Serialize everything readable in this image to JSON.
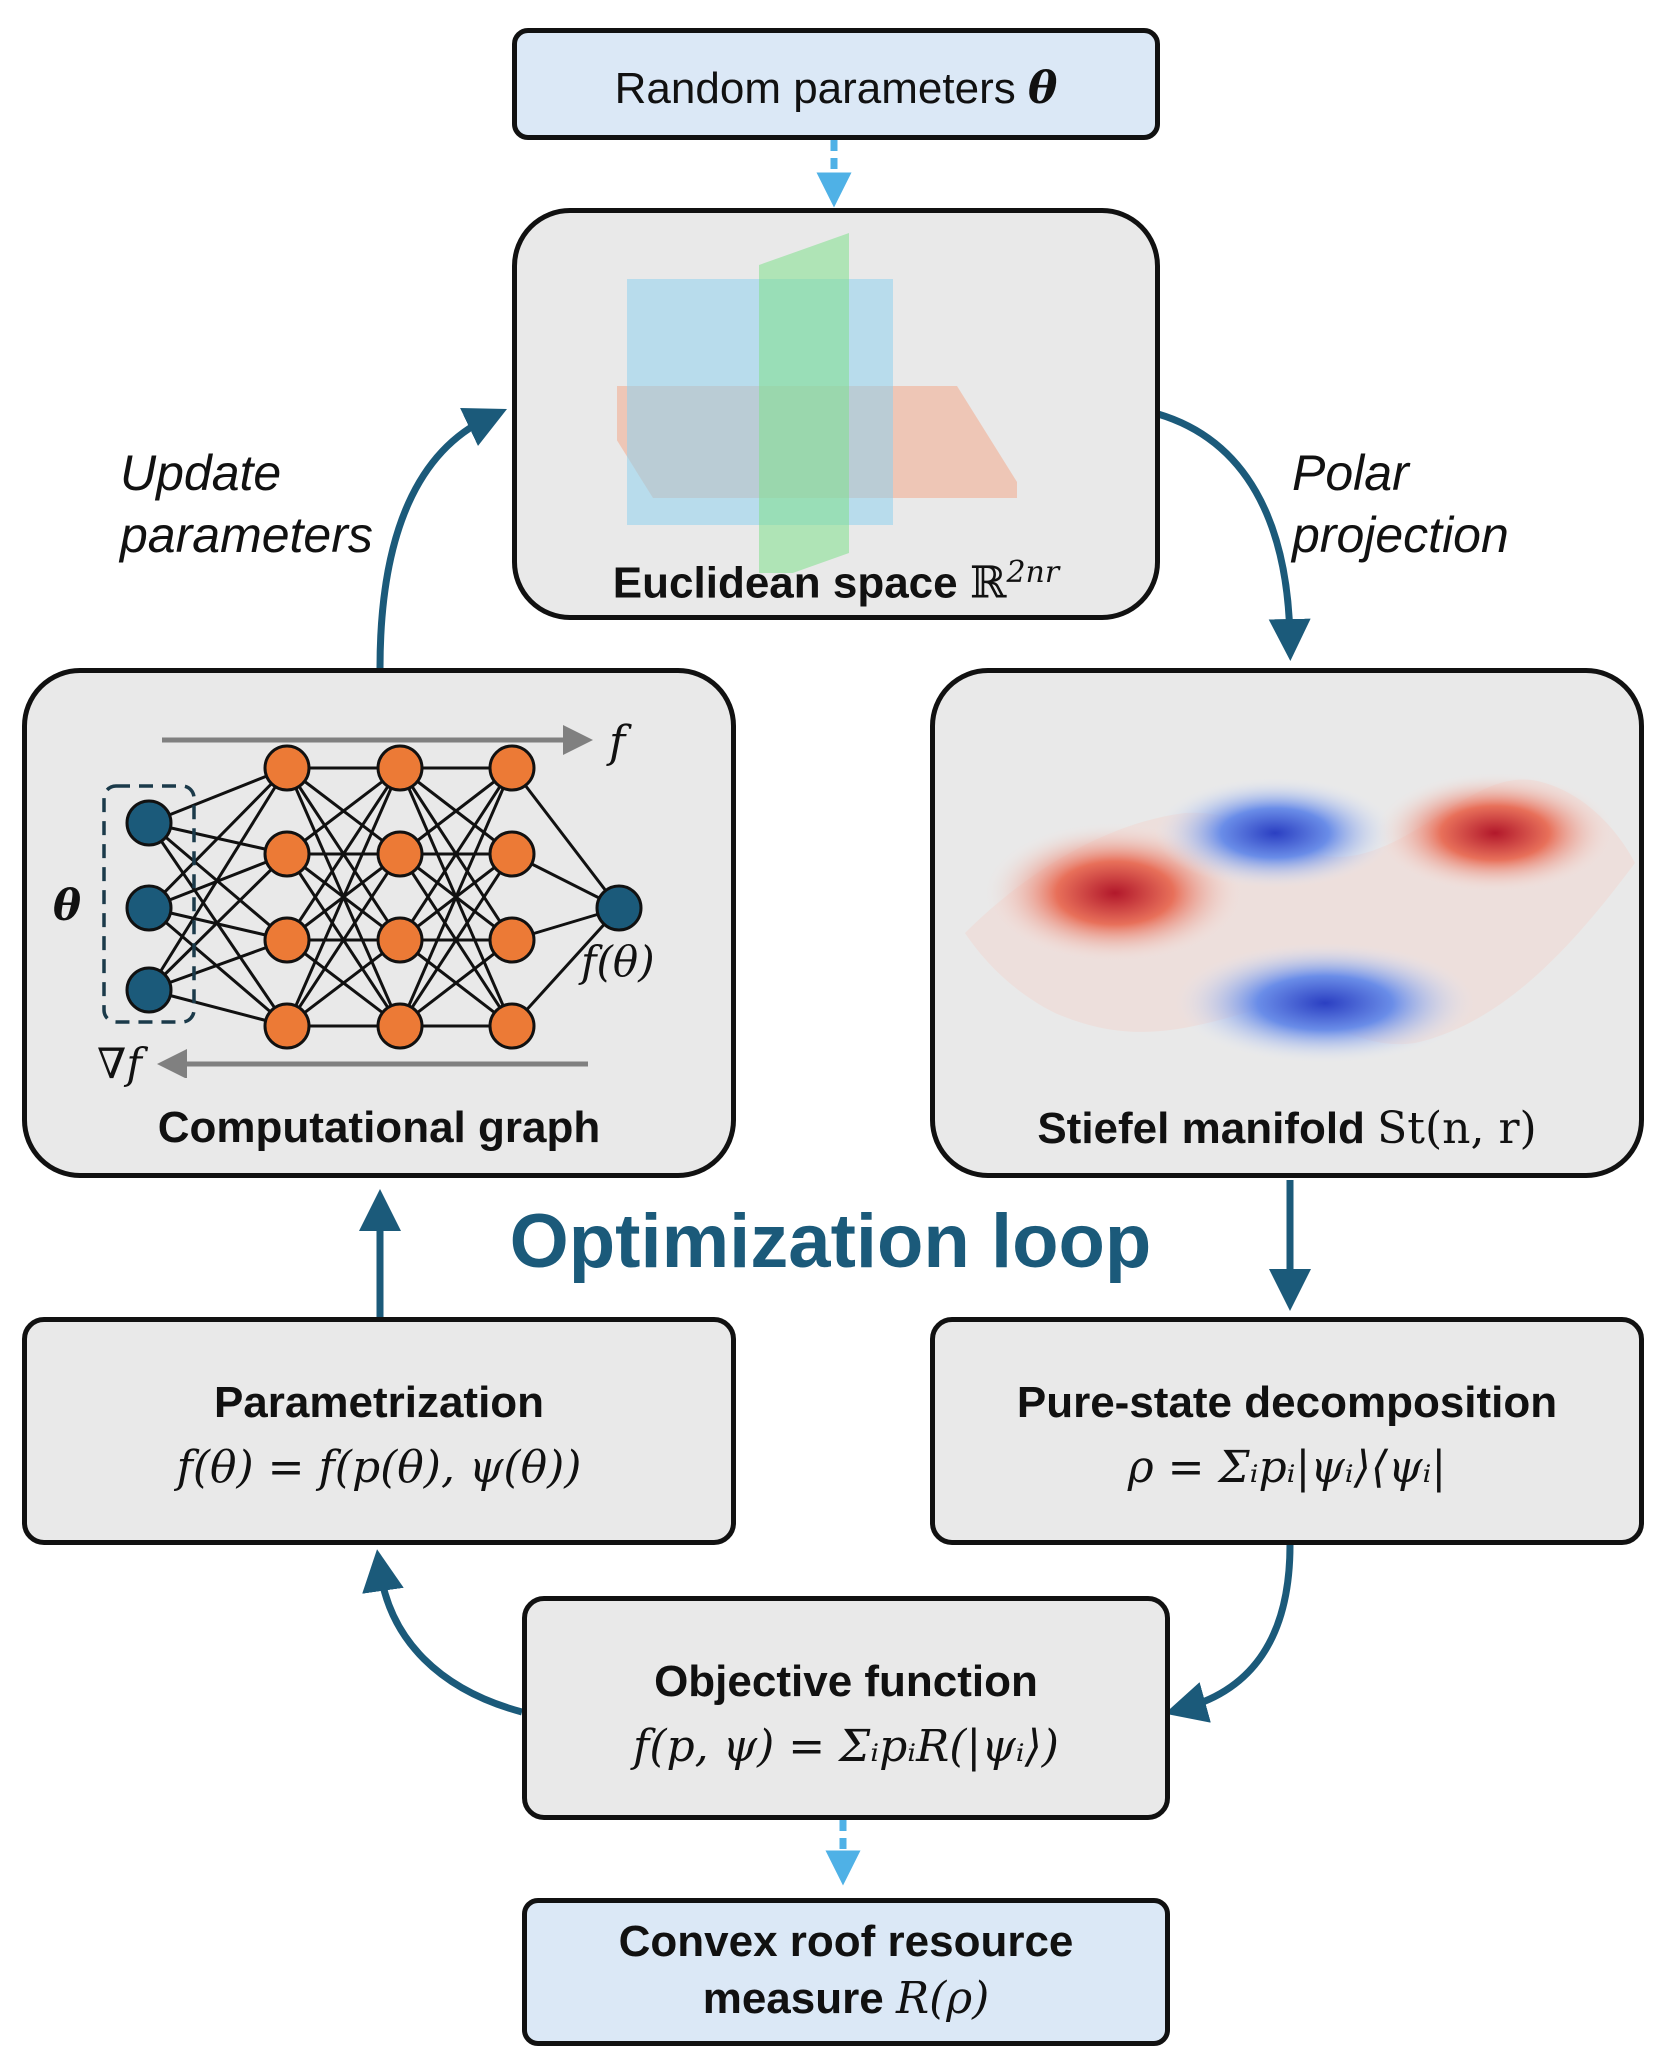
{
  "top_box": {
    "text": "Random parameters",
    "symbol": "θ"
  },
  "euclidean": {
    "title": "Euclidean space",
    "symbol": "ℝ",
    "sup": "2nr"
  },
  "left_edge_label": [
    "Update",
    "parameters"
  ],
  "right_edge_label": [
    "Polar",
    "projection"
  ],
  "comp_graph": {
    "title": "Computational graph",
    "input_label": "θ",
    "output_label": "f(θ)",
    "forward_label": "f",
    "backward_label": "∇f"
  },
  "stiefel": {
    "title": "Stiefel manifold",
    "symbol": "St(n, r)"
  },
  "loop_title": "Optimization loop",
  "parametrization": {
    "title": "Parametrization",
    "formula": "f(θ) = f(p(θ), ψ(θ))"
  },
  "decomposition": {
    "title": "Pure-state decomposition",
    "formula": "ρ = Σᵢpᵢ|ψᵢ⟩⟨ψᵢ|"
  },
  "objective": {
    "title": "Objective function",
    "formula": "f(p, ψ) = ΣᵢpᵢR(|ψᵢ⟩)"
  },
  "result": {
    "line1": "Convex roof resource",
    "line2": "measure",
    "symbol": "R(ρ)"
  },
  "colors": {
    "loop_arrow": "#1b5a7a",
    "dashed_arrow": "#4fb1e6",
    "input_node": "#1b5a7a",
    "hidden_node": "#ec7a36",
    "box_fill": "#e9e9e9",
    "box_fill_blue": "#dbe8f6"
  }
}
